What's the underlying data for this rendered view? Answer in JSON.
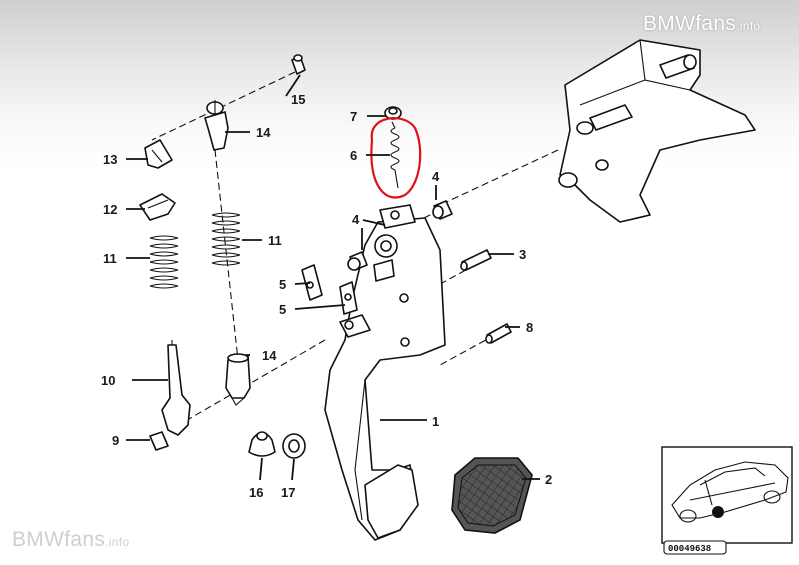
{
  "watermark": {
    "top_brand": "BMWfans",
    "top_suffix": ".info",
    "bottom_brand": "BMWfans",
    "bottom_suffix": ".info"
  },
  "labels": {
    "p1": "1",
    "p2": "2",
    "p3": "3",
    "p4a": "4",
    "p4b": "4",
    "p5a": "5",
    "p5b": "5",
    "p6": "6",
    "p7": "7",
    "p8": "8",
    "p9": "9",
    "p10": "10",
    "p11a": "11",
    "p11b": "11",
    "p12": "12",
    "p13": "13",
    "p14a": "14",
    "p14b": "14",
    "p15": "15",
    "p16": "16",
    "p17": "17"
  },
  "inset": {
    "code": "00049638"
  },
  "highlight": {
    "color": "#e0101a"
  }
}
